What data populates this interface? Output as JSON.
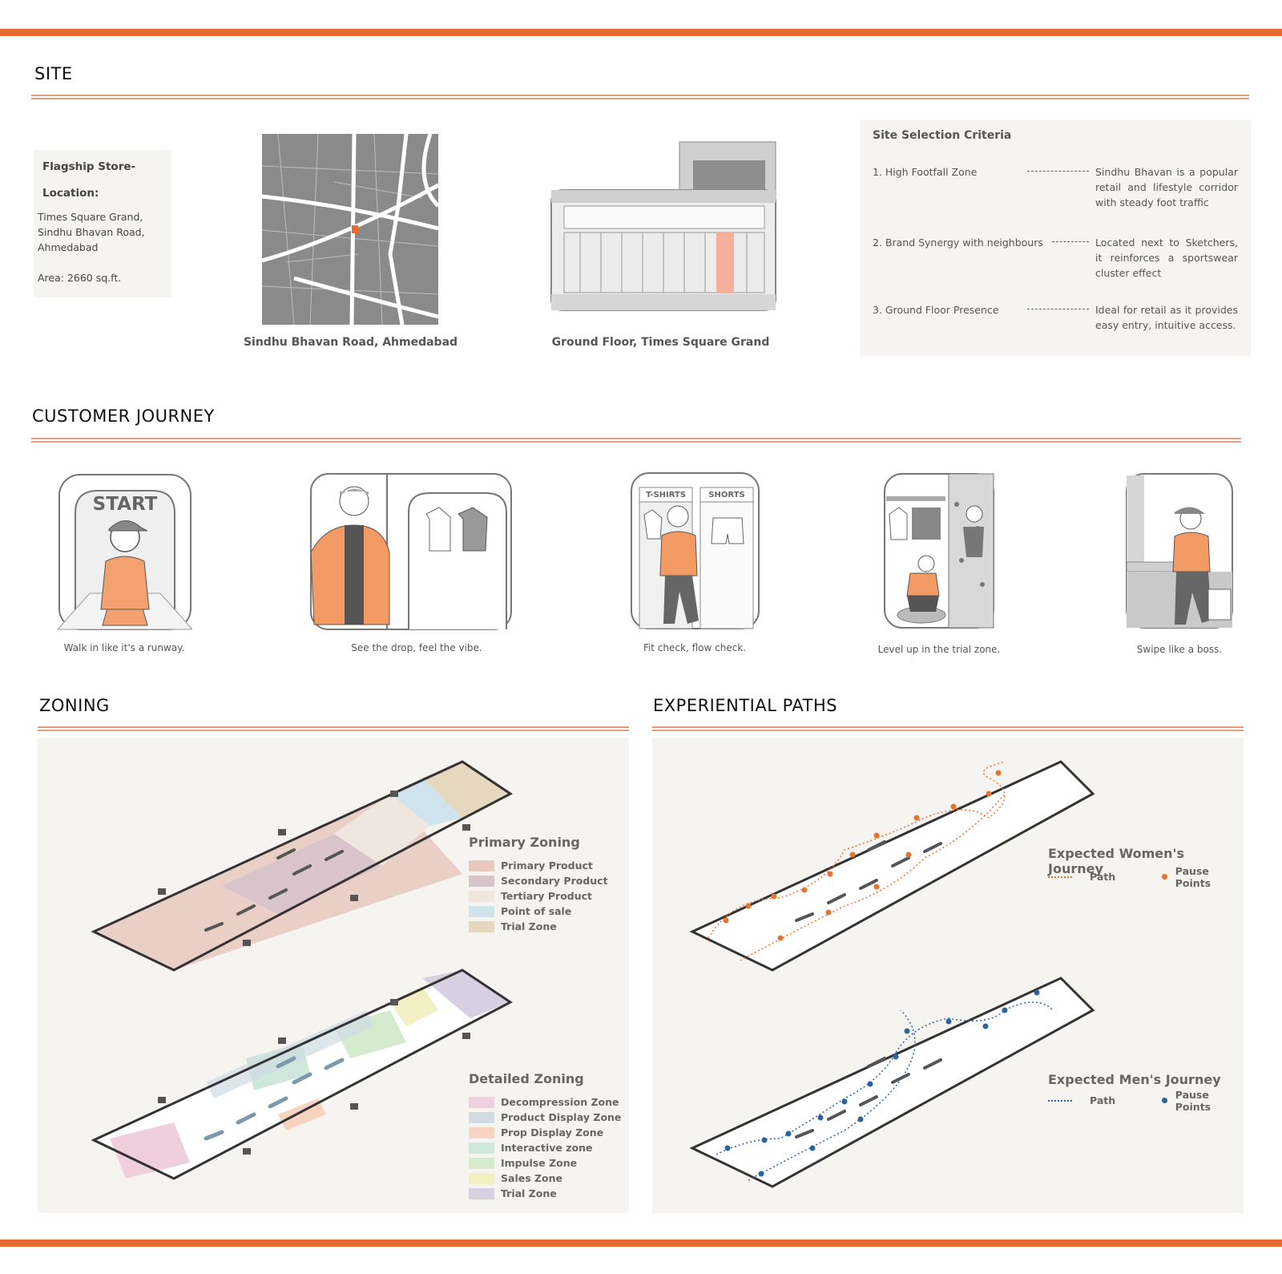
{
  "sections": {
    "site": "SITE",
    "journey": "CUSTOMER JOURNEY",
    "zoning": "ZONING",
    "paths": "EXPERIENTIAL PATHS"
  },
  "location": {
    "heading1": "Flagship Store-",
    "heading2": "Location:",
    "addr1": "Times Square Grand,",
    "addr2": "Sindhu Bhavan Road,",
    "addr3": "Ahmedabad",
    "area": "Area: 2660 sq.ft."
  },
  "captions": {
    "map": "Sindhu Bhavan Road, Ahmedabad",
    "floor": "Ground Floor, Times Square Grand"
  },
  "criteria": {
    "title": "Site Selection Criteria",
    "items": [
      {
        "label": "1. High Footfall Zone",
        "desc": "Sindhu Bhavan is a popular retail and lifestyle corridor with steady foot traffic"
      },
      {
        "label": "2. Brand Synergy with neighbours",
        "desc": "Located next to Sketchers, it reinforces a sportswear cluster effect"
      },
      {
        "label": "3. Ground Floor Presence",
        "desc": "Ideal for retail as it provides easy entry, intuitive access."
      }
    ]
  },
  "journey": [
    {
      "caption": "Walk in like it's a runway.",
      "sign": "START"
    },
    {
      "caption": "See the drop, feel the vibe."
    },
    {
      "caption": "Fit check, flow check.",
      "sign1": "T-SHIRTS",
      "sign2": "SHORTS"
    },
    {
      "caption": "Level up in the trial zone."
    },
    {
      "caption": "Swipe like a boss."
    }
  ],
  "primary_zoning": {
    "title": "Primary Zoning",
    "items": [
      {
        "label": "Primary Product",
        "color": "#e8c8bf"
      },
      {
        "label": "Secondary Product",
        "color": "#d9c4cc"
      },
      {
        "label": "Tertiary Product",
        "color": "#efe6df"
      },
      {
        "label": "Point of sale",
        "color": "#cfe3ec"
      },
      {
        "label": "Trial Zone",
        "color": "#e6d8bf"
      }
    ]
  },
  "detailed_zoning": {
    "title": "Detailed Zoning",
    "items": [
      {
        "label": "Decompression Zone",
        "color": "#efcfdc"
      },
      {
        "label": "Product Display Zone",
        "color": "#cfdbe3"
      },
      {
        "label": "Prop Display Zone",
        "color": "#f7d3c2"
      },
      {
        "label": "Interactive zone",
        "color": "#cfe6dc"
      },
      {
        "label": "Impulse Zone",
        "color": "#d6ead0"
      },
      {
        "label": "Sales Zone",
        "color": "#f2efc4"
      },
      {
        "label": "Trial Zone",
        "color": "#d9cfe3"
      }
    ]
  },
  "women_journey": {
    "title": "Expected Women's Journey",
    "path": "Path",
    "pause": "Pause Points",
    "color": "#e8732f"
  },
  "men_journey": {
    "title": "Expected Men's Journey",
    "path": "Path",
    "pause": "Pause Points",
    "color": "#2b64a0"
  }
}
